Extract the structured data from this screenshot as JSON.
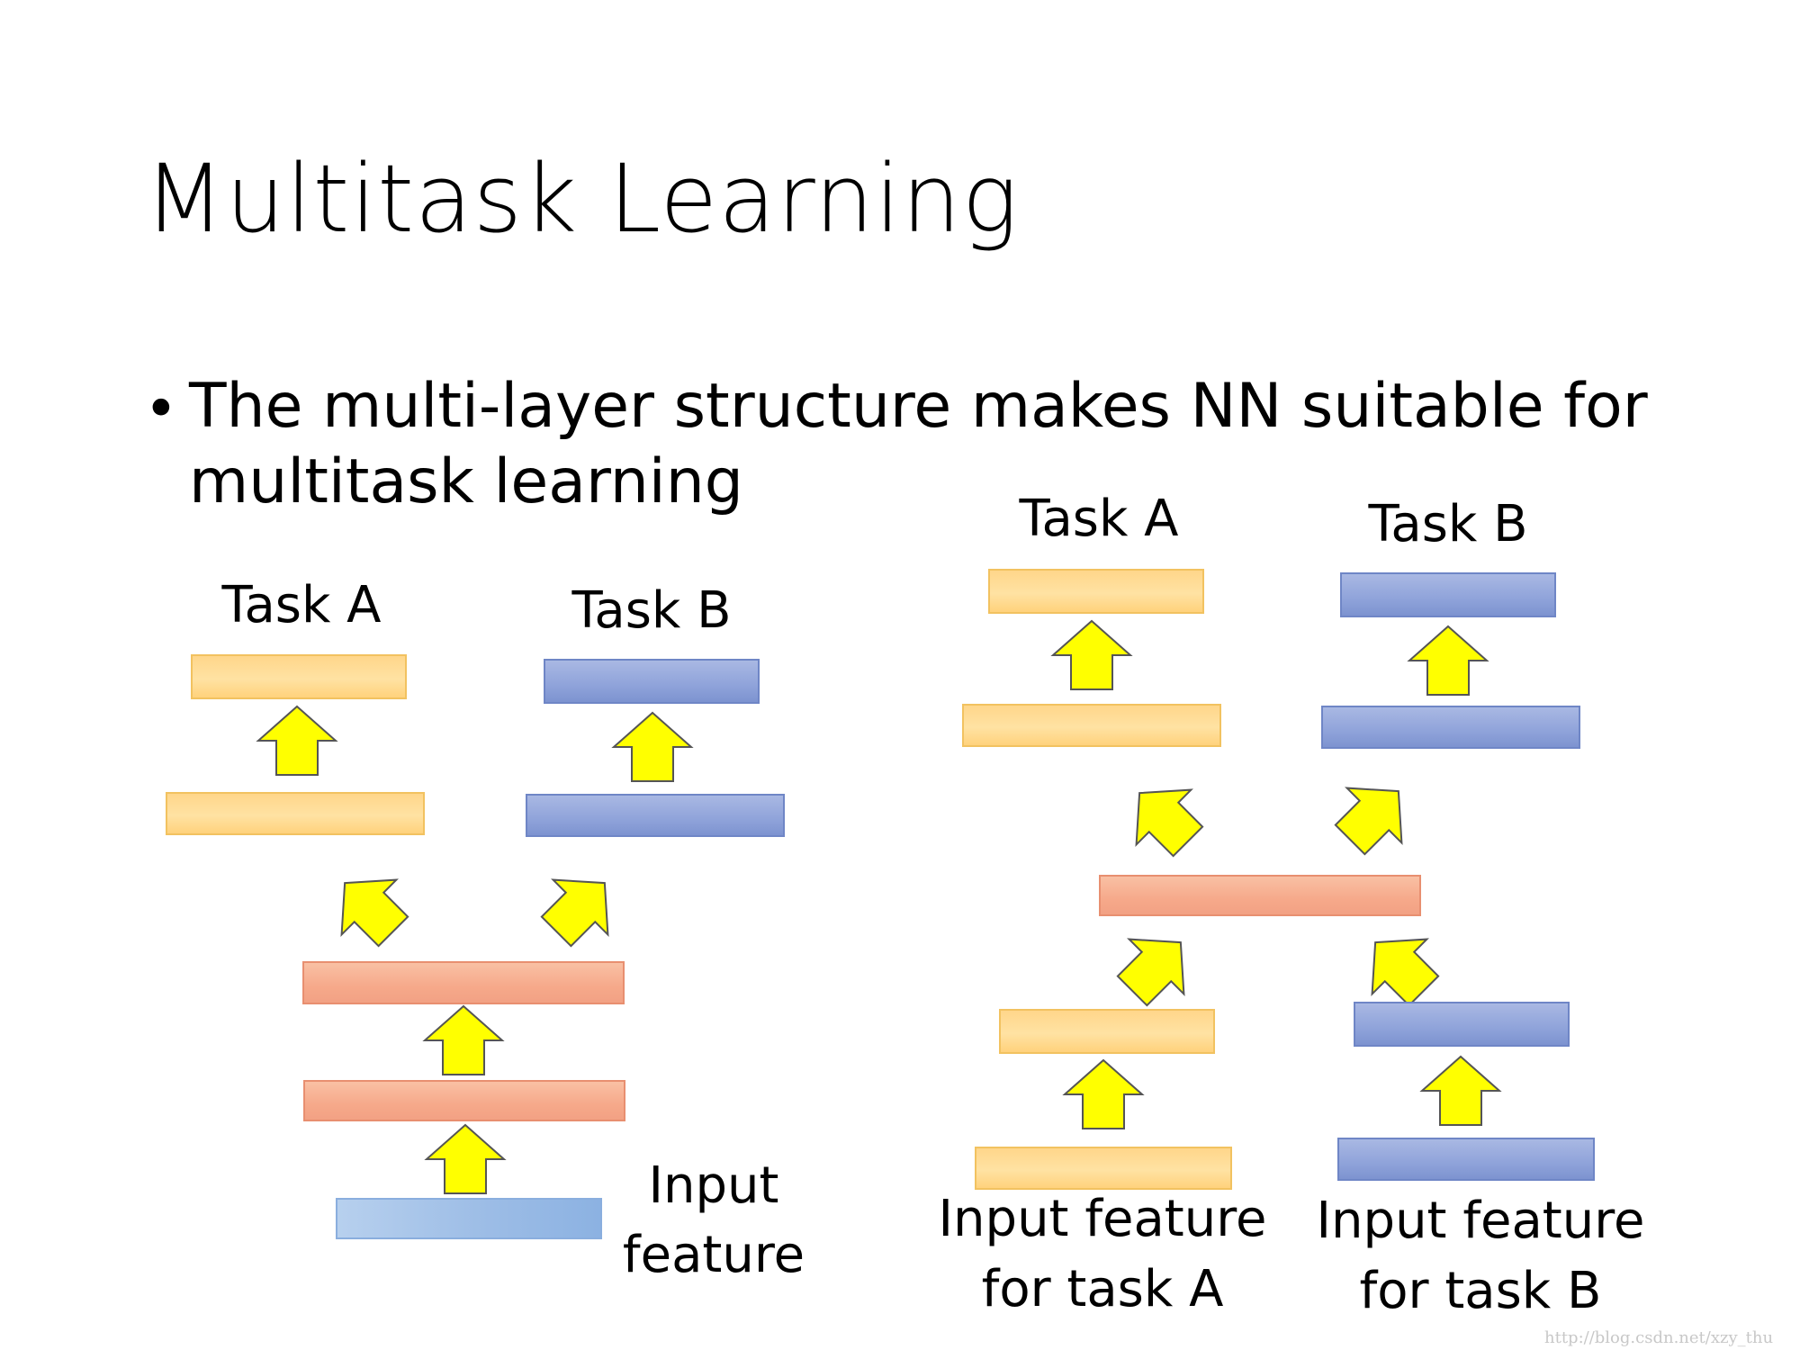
{
  "slide": {
    "title": "Multitask Learning",
    "bullet": {
      "line1": "The multi-layer structure makes NN suitable for",
      "line2": "multitask learning"
    }
  },
  "left_diagram": {
    "task_a_label": "Task A",
    "task_b_label": "Task B",
    "input_label_line1": "Input",
    "input_label_line2": "feature"
  },
  "right_diagram": {
    "task_a_label": "Task A",
    "task_b_label": "Task B",
    "input_a_line1": "Input feature",
    "input_a_line2": "for task A",
    "input_b_line1": "Input feature",
    "input_b_line2": "for task B"
  },
  "colors": {
    "task_a": "#ffd68a",
    "task_b": "#8fa3da",
    "shared": "#f6a98a",
    "input": "#9dbde6",
    "arrow_fill": "#ffff00"
  },
  "icons": {
    "arrow": "up-arrow-icon"
  },
  "watermark": "http://blog.csdn.net/xzy_thu"
}
